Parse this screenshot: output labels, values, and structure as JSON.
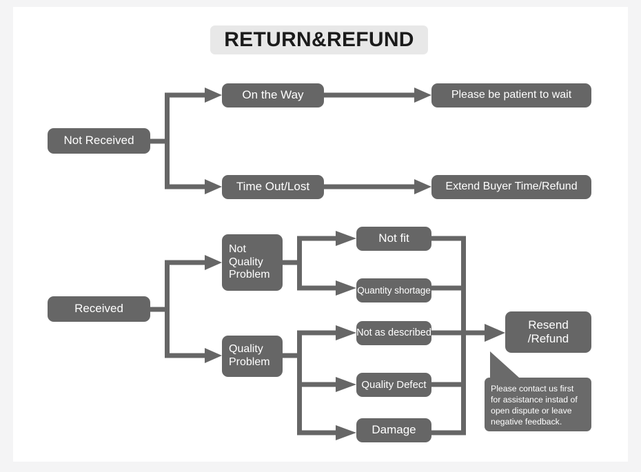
{
  "page": {
    "background_color": "#f4f4f5",
    "card_color": "#ffffff"
  },
  "title": {
    "text": "RETURN&REFUND",
    "band_color": "#e8e8e8",
    "text_color": "#1b1b1b"
  },
  "theme": {
    "node_fill": "#666666",
    "node_text": "#ffffff",
    "connector_color": "#666666",
    "callout_fill": "#6a6a6a"
  },
  "nodes": {
    "not_received": "Not Received",
    "on_the_way": "On the Way",
    "time_out_lost": "Time Out/Lost",
    "please_wait": "Please be patient to wait",
    "extend_buyer": "Extend Buyer Time/Refund",
    "received": "Received",
    "not_quality_problem": "Not\nQuality\nProblem",
    "quality_problem": "Quality\nProblem",
    "not_fit": "Not fit",
    "quantity_shortage": "Quantity shortage",
    "not_as_described": "Not as described",
    "quality_defect": "Quality Defect",
    "damage": "Damage",
    "resend_refund": "Resend\n/Refund"
  },
  "callout": {
    "text": "Please contact us first for assistance instad of open dispute or leave negative feedback."
  },
  "flow": {
    "branches": [
      {
        "from": "Not Received",
        "to": [
          "On the Way",
          "Time Out/Lost"
        ]
      },
      {
        "from": "On the Way",
        "to": [
          "Please be patient to wait"
        ]
      },
      {
        "from": "Time Out/Lost",
        "to": [
          "Extend Buyer Time/Refund"
        ]
      },
      {
        "from": "Received",
        "to": [
          "Not Quality Problem",
          "Quality Problem"
        ]
      },
      {
        "from": "Not Quality Problem",
        "to": [
          "Not fit",
          "Quantity shortage"
        ]
      },
      {
        "from": "Quality Problem",
        "to": [
          "Not as described",
          "Quality Defect",
          "Damage"
        ]
      },
      {
        "from": "Not fit / Quantity shortage / Not as described / Quality Defect / Damage",
        "to": [
          "Resend /Refund"
        ]
      }
    ]
  }
}
